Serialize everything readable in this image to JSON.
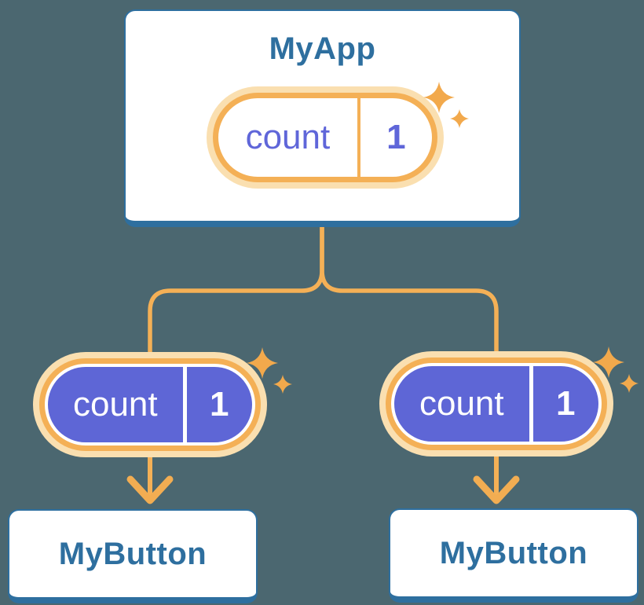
{
  "tree": {
    "root": {
      "component": "MyApp",
      "state_key": "count",
      "state_value": "1"
    },
    "left_child": {
      "component": "MyButton",
      "state_key": "count",
      "state_value": "1"
    },
    "right_child": {
      "component": "MyButton",
      "state_key": "count",
      "state_value": "1"
    }
  },
  "icons": {
    "sparkle": "four-point-star",
    "arrow": "chevron-arrow-down"
  },
  "colors": {
    "background": "#4B6770",
    "card_border_blue": "#2E6F9F",
    "title_text_blue": "#2E6F9F",
    "connector_orange": "#F4B056",
    "pill_halo_orange": "#FADFB0",
    "sparkle_orange": "#F2A94C",
    "state_purple": "#5E66D6",
    "state_text_purple": "#5F66D9",
    "card_white": "#FFFFFF"
  }
}
